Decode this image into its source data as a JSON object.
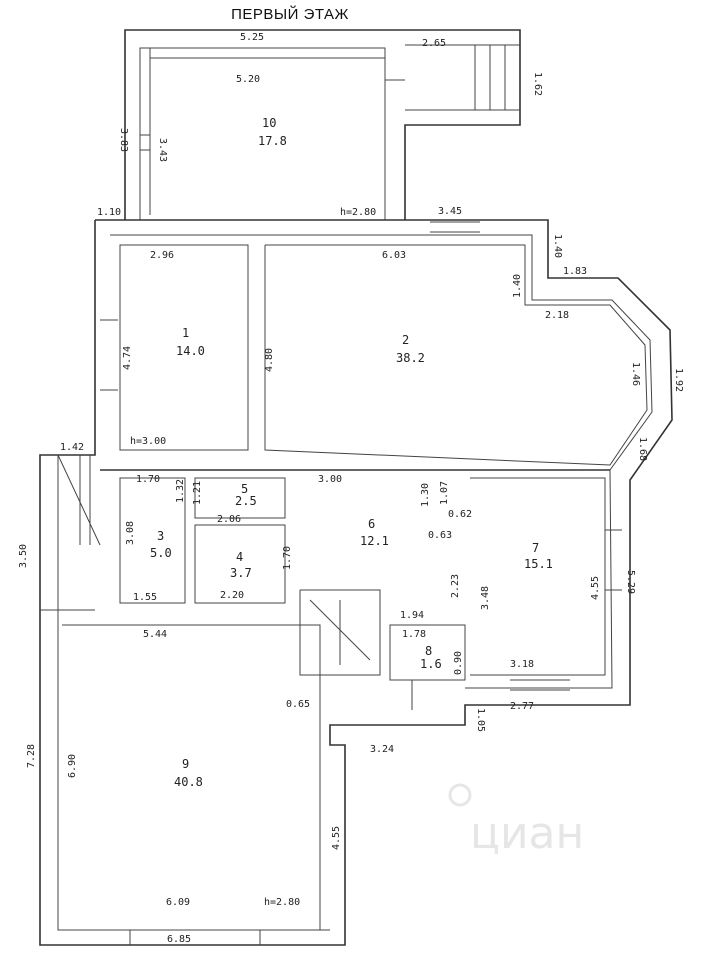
{
  "title": "ПЕРВЫЙ ЭТАЖ",
  "watermark": "циан",
  "colors": {
    "line": "#333333",
    "text": "#222222",
    "watermark": "#e6e6e6"
  },
  "rooms": [
    {
      "number": "1",
      "area": "14.0"
    },
    {
      "number": "2",
      "area": "38.2"
    },
    {
      "number": "3",
      "area": "5.0"
    },
    {
      "number": "4",
      "area": "3.7"
    },
    {
      "number": "5",
      "area": "2.5"
    },
    {
      "number": "6",
      "area": "12.1"
    },
    {
      "number": "7",
      "area": "15.1"
    },
    {
      "number": "8",
      "area": "1.6"
    },
    {
      "number": "9",
      "area": "40.8"
    },
    {
      "number": "10",
      "area": "17.8"
    }
  ],
  "dimensions": [
    "5.25",
    "2.65",
    "5.20",
    "1.62",
    "3.83",
    "3.43",
    "1.10",
    "h=2.80",
    "3.45",
    "2.96",
    "6.03",
    "1.40",
    "1.40",
    "1.83",
    "2.18",
    "4.74",
    "4.80",
    "1.46",
    "1.92",
    "h=3.00",
    "1.68",
    "1.42",
    "1.70",
    "3.00",
    "1.32",
    "1.21",
    "1.30",
    "1.07",
    "0.62",
    "3.50",
    "3.08",
    "2.06",
    "0.63",
    "1.70",
    "2.23",
    "3.48",
    "4.55",
    "5.29",
    "1.55",
    "2.20",
    "1.94",
    "5.44",
    "1.78",
    "0.90",
    "3.18",
    "0.65",
    "1.05",
    "2.77",
    "3.24",
    "7.28",
    "6.90",
    "4.55",
    "6.09",
    "h=2.80",
    "6.85"
  ]
}
